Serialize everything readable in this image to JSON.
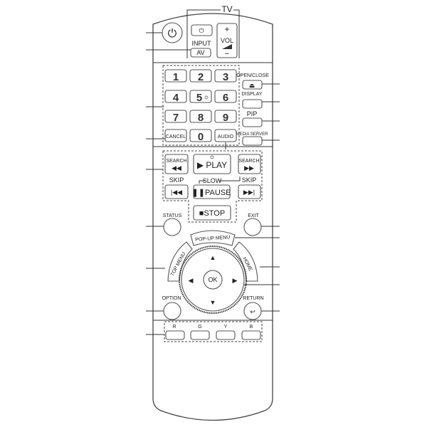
{
  "tv_group": {
    "label": "TV",
    "input_label": "INPUT",
    "av_label": "AV",
    "vol_plus": "+",
    "vol_label": "VOL",
    "vol_minus": "−"
  },
  "numpad": [
    "1",
    "2",
    "3",
    "4",
    "5",
    "6",
    "7",
    "8",
    "9",
    "0"
  ],
  "buttons": {
    "cancel": "CANCEL",
    "audio": "AUDIO",
    "open_close": "OPEN/CLOSE",
    "display": "DISPLAY",
    "pip": "PIP",
    "media_server": "MEDIA SERVER",
    "search": "SEARCH",
    "play": "PLAY",
    "slow": "SLOW",
    "skip": "SKIP",
    "pause": "PAUSE",
    "stop": "STOP",
    "status": "STATUS",
    "exit": "EXIT",
    "popup_menu": "POP-UP MENU",
    "top_menu": "TOP MENU",
    "home": "HOME",
    "ok": "OK",
    "option": "OPTION",
    "return": "RETURN"
  },
  "color_buttons": [
    "R",
    "G",
    "Y",
    "B"
  ]
}
